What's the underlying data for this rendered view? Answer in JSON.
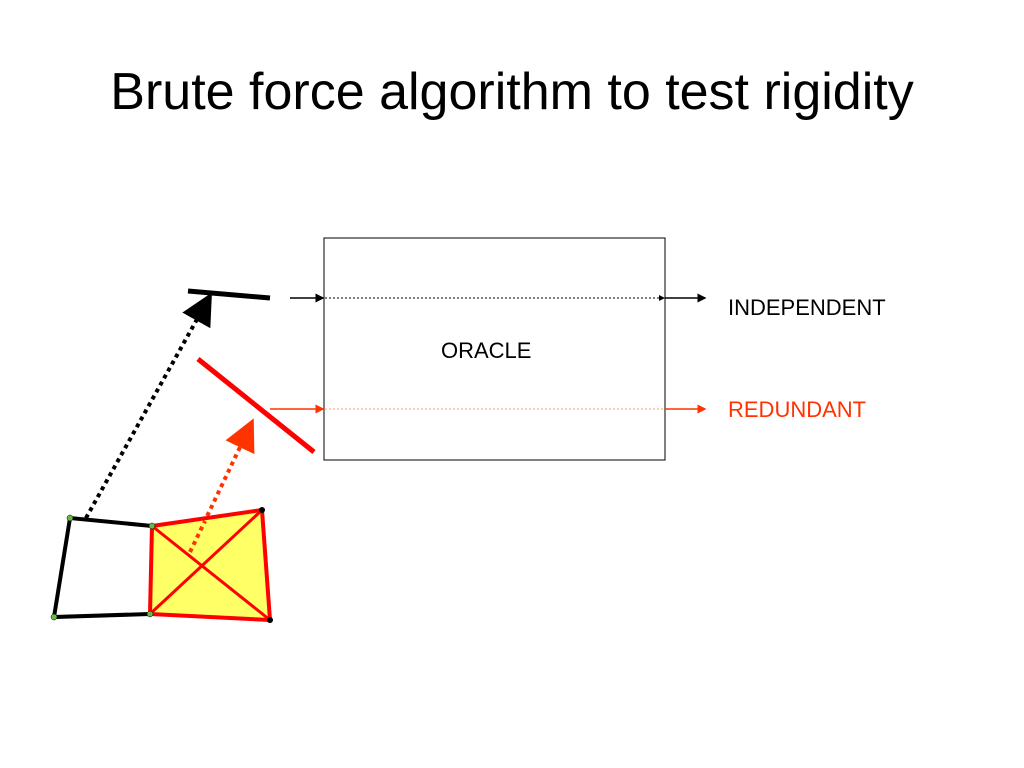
{
  "title": "Brute force algorithm to test rigidity",
  "oracle_label": "ORACLE",
  "outputs": {
    "independent": "INDEPENDENT",
    "redundant": "REDUNDANT"
  },
  "colors": {
    "independent": "#000000",
    "redundant": "#ff3300",
    "edge_red": "#ff0000",
    "fill_yellow": "#ffff66"
  }
}
